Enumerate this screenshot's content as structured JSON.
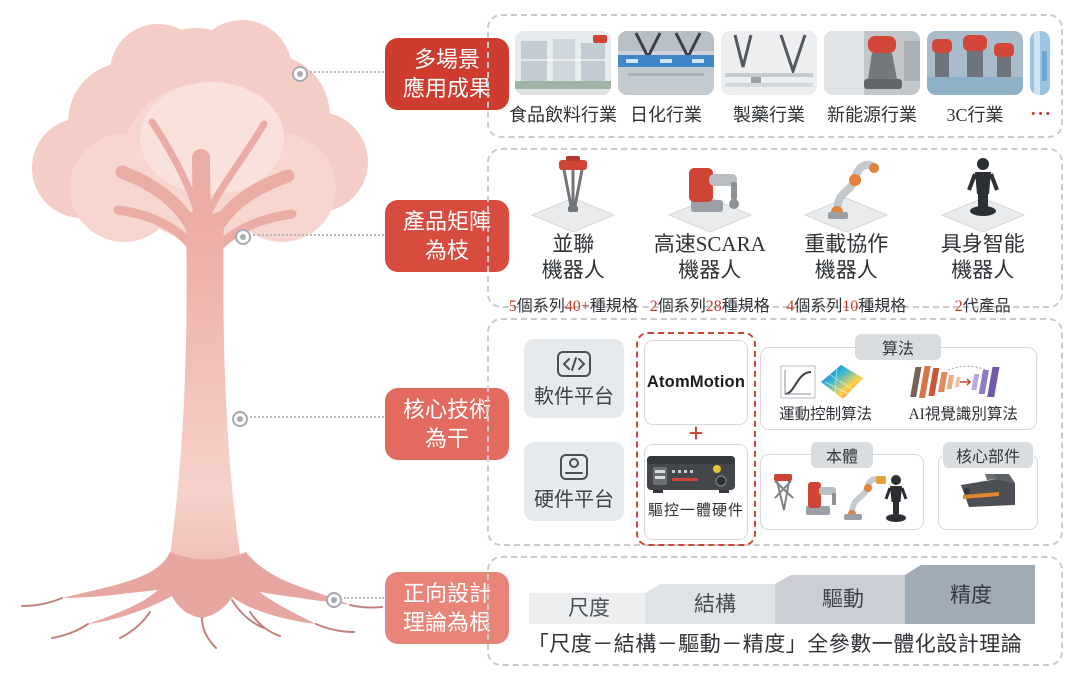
{
  "sections": {
    "applications": {
      "label_lines": [
        "多場景",
        "應用成果"
      ],
      "industries": [
        "食品飲料行業",
        "日化行業",
        "製藥行業",
        "新能源行業",
        "3C行業"
      ],
      "more": "···"
    },
    "products": {
      "label_lines": [
        "產品矩陣",
        "為枝"
      ],
      "items": [
        {
          "name_lines": [
            "並聯",
            "機器人"
          ],
          "spec": [
            "5",
            "個系列",
            "40+",
            "種規格"
          ]
        },
        {
          "name_lines": [
            "高速SCARA",
            "機器人"
          ],
          "spec": [
            "2",
            "個系列",
            "28",
            "種規格"
          ]
        },
        {
          "name_lines": [
            "重載協作",
            "機器人"
          ],
          "spec": [
            "4",
            "個系列",
            "10",
            "種規格"
          ]
        },
        {
          "name_lines": [
            "具身智能",
            "機器人"
          ],
          "spec": [
            "2",
            "代產品"
          ]
        }
      ]
    },
    "core": {
      "label_lines": [
        "核心技術",
        "為干"
      ],
      "software_platform": "軟件平台",
      "hardware_platform": "硬件平台",
      "atommotion": "AtomMotion",
      "plus": "+",
      "drive_hw": "驅控一體硬件",
      "algorithm_tab": "算法",
      "motion_algo": "運動控制算法",
      "ai_algo": "AI視覺識別算法",
      "body_tab": "本體",
      "core_parts_tab": "核心部件"
    },
    "foundation": {
      "label_lines": [
        "正向設計",
        "理論為根"
      ],
      "steps": [
        "尺度",
        "結構",
        "驅動",
        "精度"
      ],
      "caption": "「尺度－結構－驅動－精度」全參數一體化設計理論"
    }
  },
  "colors": {
    "label1": "#ce3b2f",
    "label2": "#d84b3f",
    "label3": "#e36a5e",
    "label4": "#e98478",
    "accent_red": "#c43a2e",
    "dash_gray": "#c9cbcd"
  }
}
